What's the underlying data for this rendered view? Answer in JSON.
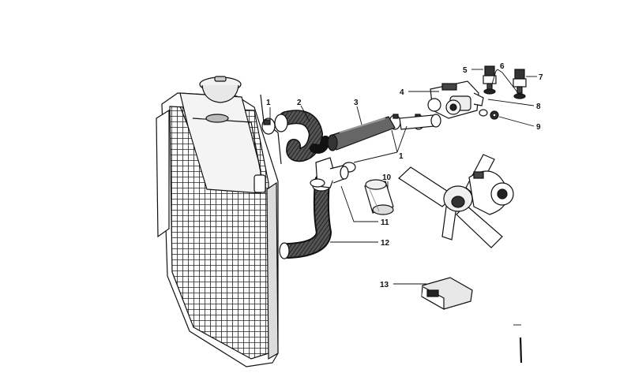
{
  "diagram": {
    "callouts": [
      {
        "id": "c1a",
        "label": "1"
      },
      {
        "id": "c2",
        "label": "2"
      },
      {
        "id": "c3",
        "label": "3"
      },
      {
        "id": "c1b",
        "label": "1"
      },
      {
        "id": "c4",
        "label": "4"
      },
      {
        "id": "c5",
        "label": "5"
      },
      {
        "id": "c6",
        "label": "6"
      },
      {
        "id": "c7",
        "label": "7"
      },
      {
        "id": "c8",
        "label": "8"
      },
      {
        "id": "c9",
        "label": "9"
      },
      {
        "id": "c10",
        "label": "10"
      },
      {
        "id": "c11",
        "label": "11"
      },
      {
        "id": "c12",
        "label": "12"
      },
      {
        "id": "c13",
        "label": "13"
      }
    ]
  }
}
